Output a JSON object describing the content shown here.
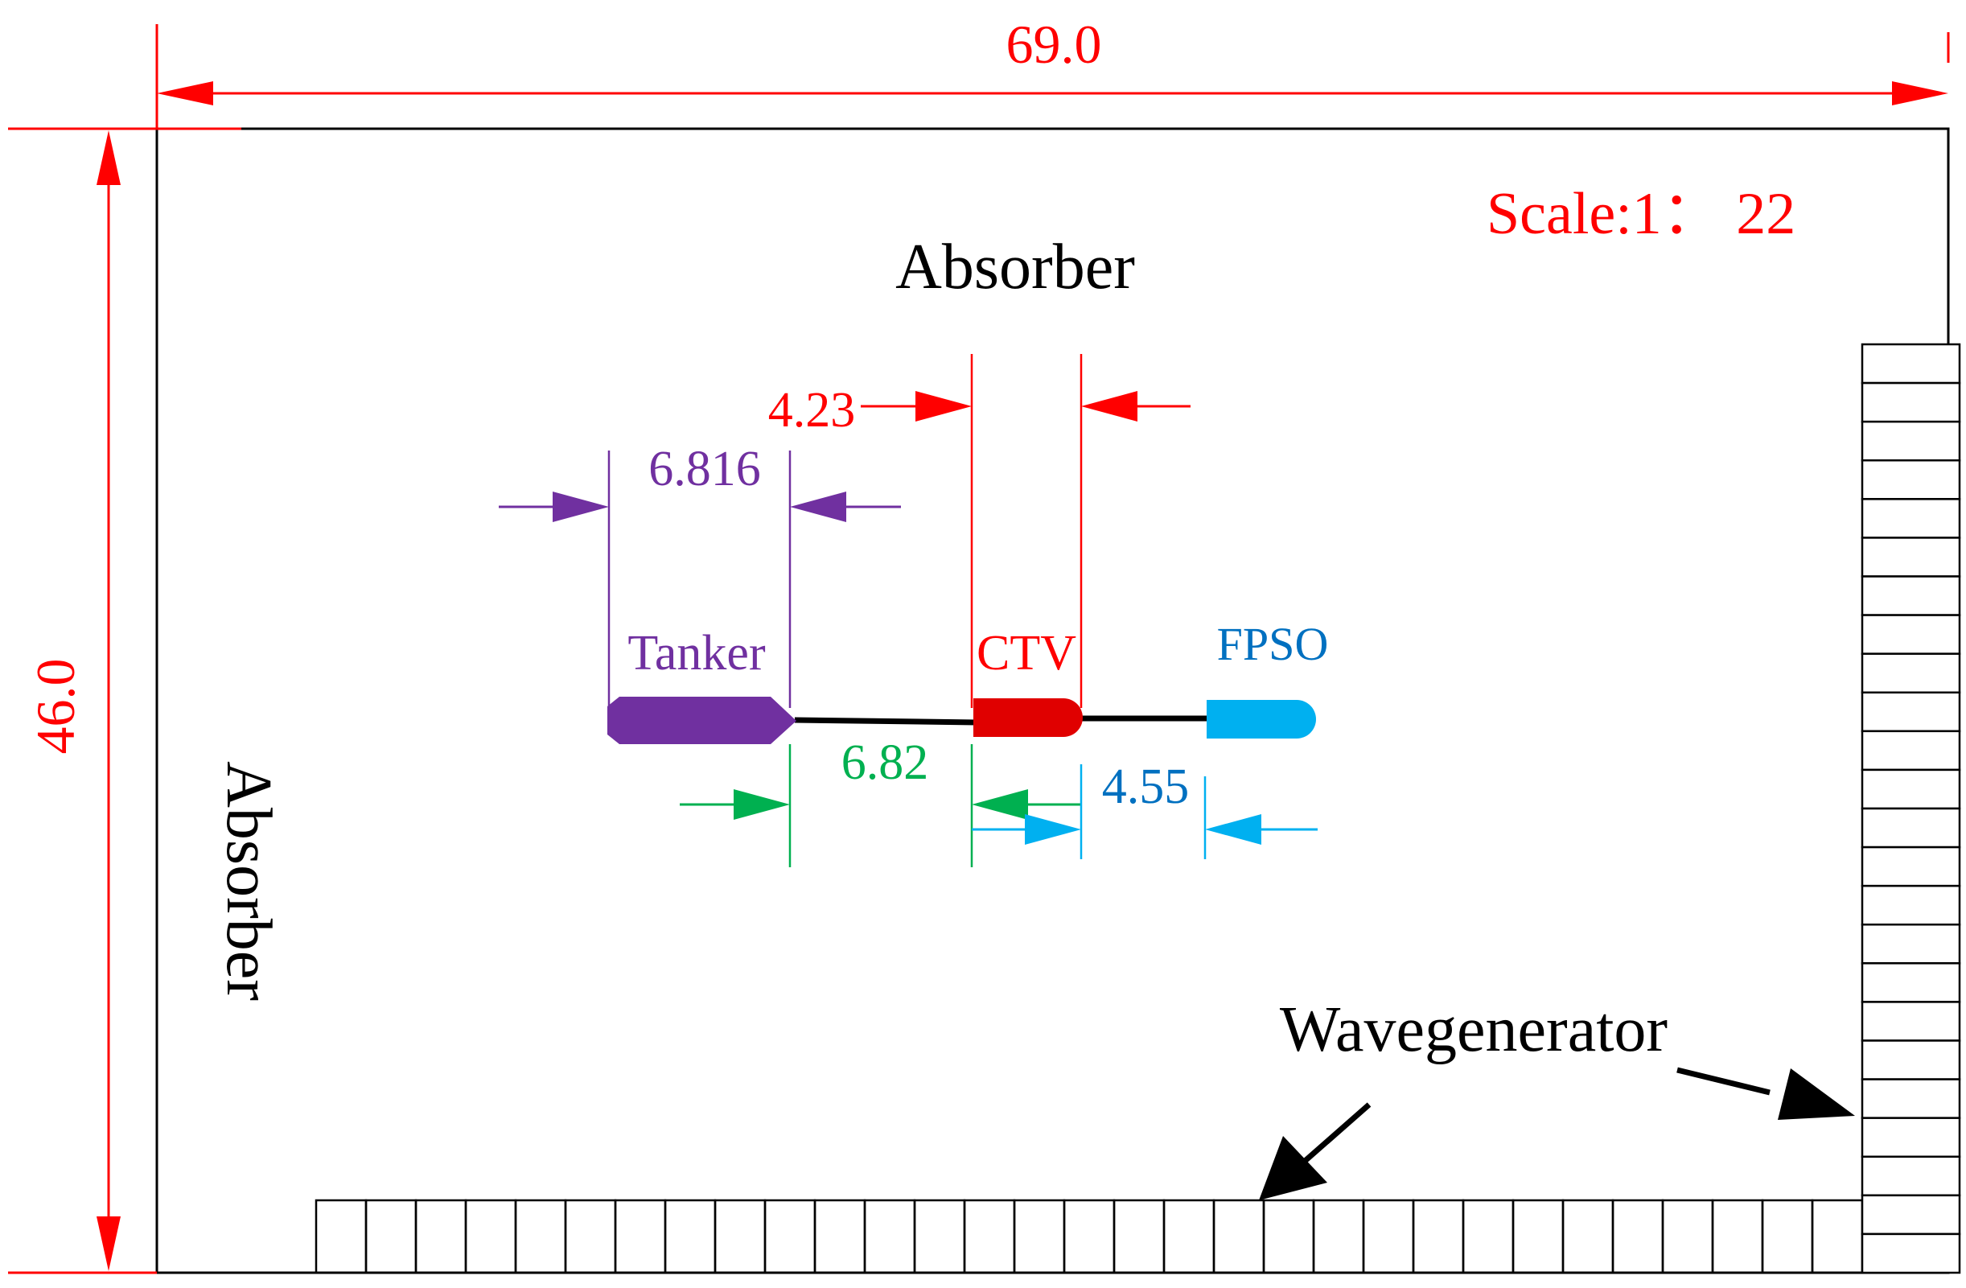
{
  "dimensions": {
    "width_label": "69.0",
    "height_label": "46.0"
  },
  "scale_label": "Scale:1： 22",
  "absorber_labels": {
    "top": "Absorber",
    "left": "Absorber"
  },
  "wavegenerator_label": "Wavegenerator",
  "vessels": {
    "tanker": {
      "label": "Tanker",
      "length_label": "6.816",
      "color": "#7030a0"
    },
    "ctv": {
      "label": "CTV",
      "length_label": "4.23",
      "color": "#ff0000"
    },
    "fpso": {
      "label": "FPSO",
      "color": "#00b0f0"
    }
  },
  "gaps": {
    "tanker_ctv": {
      "label": "6.82",
      "color": "#00b050"
    },
    "ctv_fpso": {
      "label": "4.55",
      "color": "#0070c0"
    }
  },
  "colors": {
    "dimension": "#ff0000",
    "outline": "#000000",
    "ctv_fill": "#e00000",
    "fpso_arrow": "#00b0f0"
  }
}
